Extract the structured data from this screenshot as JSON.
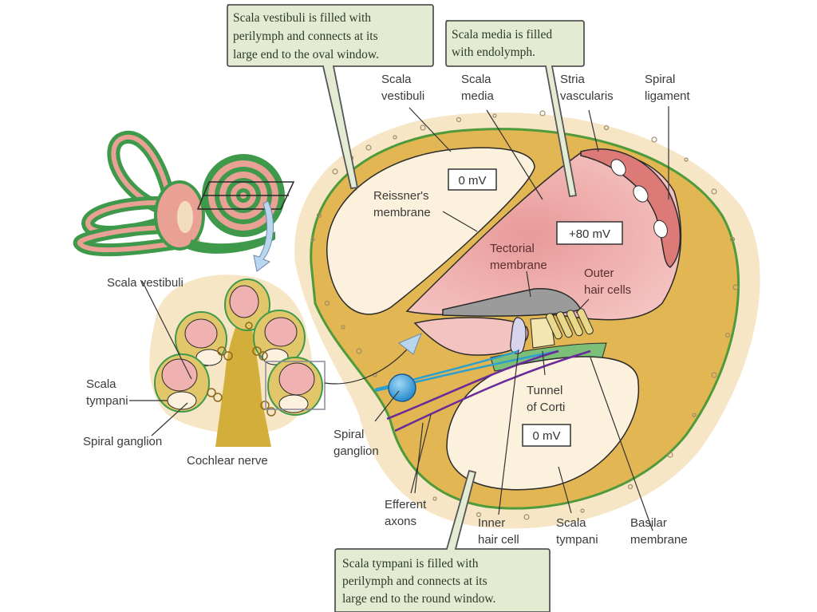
{
  "figure": {
    "title": "Cross-section of the cochlea showing scalae, organ of Corti and endocochlear potentials"
  },
  "colors": {
    "bone": "#f6e6c6",
    "ligament": "#e2b753",
    "green_outline": "#4f9a3a",
    "fluid_perilymph": "#fbf1dc",
    "endolymph": "#f0b0b0",
    "stria": "#dc7a78",
    "tectorial": "#9b9b9b",
    "callout_fill": "#e3ecd3",
    "callout_stroke": "#5a5a5a",
    "ganglion": "#2a9ad8",
    "efferent": "#6a2a9a",
    "basilar": "#7bbf78",
    "arrow": "#b8d6ee"
  },
  "callouts": {
    "vestibuli": [
      "Scala vestibuli is filled with",
      "perilymph and connects at its",
      "large end to the oval window."
    ],
    "media": [
      "Scala media is filled",
      "with endolymph."
    ],
    "tympani": [
      "Scala tympani is filled with",
      "perilymph and connects at its",
      "large end to the round window."
    ]
  },
  "potentials": {
    "scala_vestibuli": "0 mV",
    "scala_media": "+80 mV",
    "scala_tympani": "0 mV"
  },
  "labels": {
    "scala_vestibuli": [
      "Scala",
      "vestibuli"
    ],
    "scala_media": [
      "Scala",
      "media"
    ],
    "stria_vascularis": [
      "Stria",
      "vascularis"
    ],
    "spiral_ligament": [
      "Spiral",
      "ligament"
    ],
    "reissners_membrane": [
      "Reissner's",
      "membrane"
    ],
    "tectorial_membrane": [
      "Tectorial",
      "membrane"
    ],
    "outer_hair_cells": [
      "Outer",
      "hair cells"
    ],
    "tunnel_of_corti": [
      "Tunnel",
      "of Corti"
    ],
    "spiral_ganglion": [
      "Spiral",
      "ganglion"
    ],
    "efferent_axons": [
      "Efferent",
      "axons"
    ],
    "inner_hair_cell": [
      "Inner",
      "hair cell"
    ],
    "scala_tympani": [
      "Scala",
      "tympani"
    ],
    "basilar_membrane": [
      "Basilar",
      "membrane"
    ]
  },
  "inset_labels": {
    "scala_vestibuli": "Scala vestibuli",
    "scala_tympani": [
      "Scala",
      "tympani"
    ],
    "spiral_ganglion": "Spiral ganglion",
    "cochlear_nerve": "Cochlear nerve"
  }
}
